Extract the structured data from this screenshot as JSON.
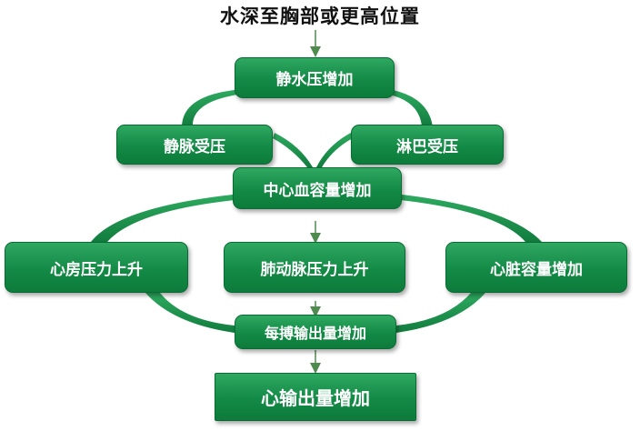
{
  "title": "水深至胸部或更高位置",
  "nodes": {
    "hydrostatic": "静水压增加",
    "venous": "静脉受压",
    "lymph": "淋巴受压",
    "central_blood": "中心血容量增加",
    "atrial_pressure": "心房压力上升",
    "pulmonary_pressure": "肺动脉压力上升",
    "heart_volume": "心脏容量增加",
    "stroke_volume": "每搏输出量增加",
    "cardiac_output": "心输出量增加"
  },
  "colors": {
    "node_fill": "#138a45",
    "node_text": "#ffffff",
    "arrow": "#4f8a4f",
    "swoosh": "#1b9a4e"
  }
}
